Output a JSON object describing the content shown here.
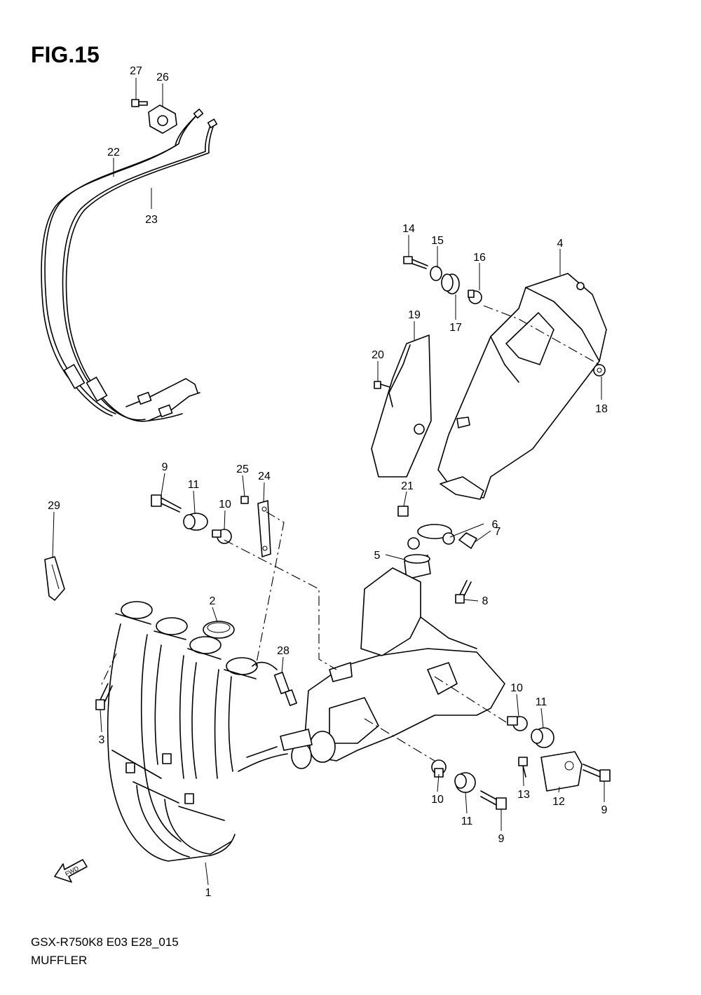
{
  "figure": {
    "title": "FIG.15"
  },
  "footer": {
    "code": "GSX-R750K8 E03 E28_015",
    "name": "MUFFLER"
  },
  "fwd_label": "FWD",
  "callouts": [
    {
      "id": "c1",
      "num": "1"
    },
    {
      "id": "c2",
      "num": "2"
    },
    {
      "id": "c3",
      "num": "3"
    },
    {
      "id": "c4",
      "num": "4"
    },
    {
      "id": "c5",
      "num": "5"
    },
    {
      "id": "c6",
      "num": "6"
    },
    {
      "id": "c7",
      "num": "7"
    },
    {
      "id": "c8",
      "num": "8"
    },
    {
      "id": "c9a",
      "num": "9"
    },
    {
      "id": "c9b",
      "num": "9"
    },
    {
      "id": "c9c",
      "num": "9"
    },
    {
      "id": "c10a",
      "num": "10"
    },
    {
      "id": "c10b",
      "num": "10"
    },
    {
      "id": "c10c",
      "num": "10"
    },
    {
      "id": "c11a",
      "num": "11"
    },
    {
      "id": "c11b",
      "num": "11"
    },
    {
      "id": "c11c",
      "num": "11"
    },
    {
      "id": "c12",
      "num": "12"
    },
    {
      "id": "c13",
      "num": "13"
    },
    {
      "id": "c14",
      "num": "14"
    },
    {
      "id": "c15",
      "num": "15"
    },
    {
      "id": "c16",
      "num": "16"
    },
    {
      "id": "c17",
      "num": "17"
    },
    {
      "id": "c18",
      "num": "18"
    },
    {
      "id": "c19",
      "num": "19"
    },
    {
      "id": "c20",
      "num": "20"
    },
    {
      "id": "c21",
      "num": "21"
    },
    {
      "id": "c22",
      "num": "22"
    },
    {
      "id": "c23",
      "num": "23"
    },
    {
      "id": "c24",
      "num": "24"
    },
    {
      "id": "c25",
      "num": "25"
    },
    {
      "id": "c26",
      "num": "26"
    },
    {
      "id": "c27",
      "num": "27"
    },
    {
      "id": "c28",
      "num": "28"
    },
    {
      "id": "c29",
      "num": "29"
    }
  ]
}
